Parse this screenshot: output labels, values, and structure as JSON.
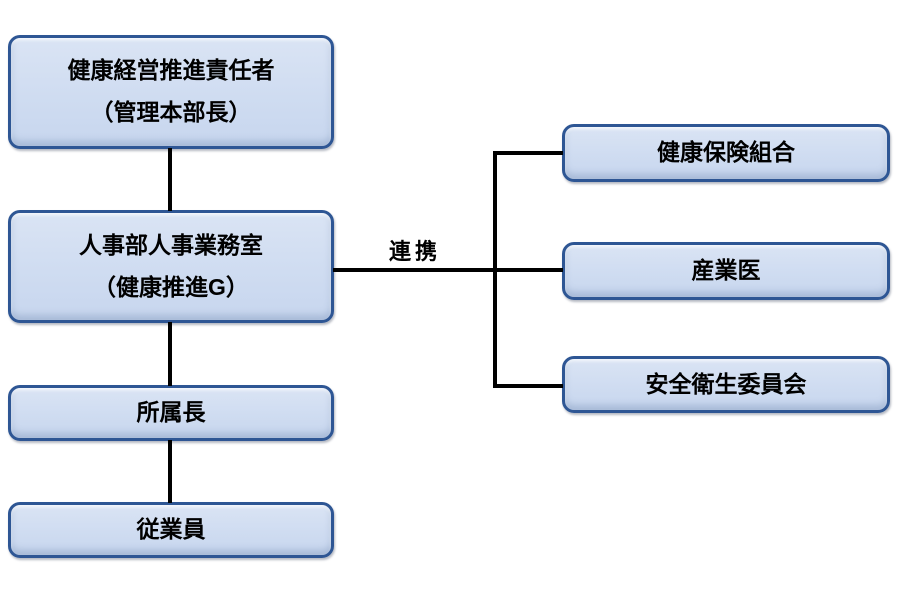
{
  "diagram": {
    "type": "org-chart",
    "title_hint": "health-management-promotion-structure",
    "edge_label": "連携",
    "nodes": {
      "health_promotion_officer": {
        "line1": "健康経営推進責任者",
        "line2": "（管理本部長）"
      },
      "hr_office": {
        "line1": "人事部人事業務室",
        "line2": "（健康推進G）"
      },
      "department_head": {
        "label": "所属長"
      },
      "employee": {
        "label": "従業員"
      },
      "health_insurance_union": {
        "label": "健康保険組合"
      },
      "occupational_physician": {
        "label": "産業医"
      },
      "safety_health_committee": {
        "label": "安全衛生委員会"
      }
    },
    "connections": [
      {
        "from": "health_promotion_officer",
        "to": "hr_office"
      },
      {
        "from": "hr_office",
        "to": "department_head"
      },
      {
        "from": "department_head",
        "to": "employee"
      },
      {
        "from": "hr_office",
        "to": "health_insurance_union",
        "label": "連携"
      },
      {
        "from": "hr_office",
        "to": "occupational_physician",
        "label": "連携"
      },
      {
        "from": "hr_office",
        "to": "safety_health_committee",
        "label": "連携"
      }
    ],
    "colors": {
      "box_fill_top": "#dae4f4",
      "box_fill_bottom": "#c7d6ee",
      "box_border": "#2e5694",
      "connector": "#000000",
      "text": "#000000",
      "background": "#ffffff"
    }
  }
}
